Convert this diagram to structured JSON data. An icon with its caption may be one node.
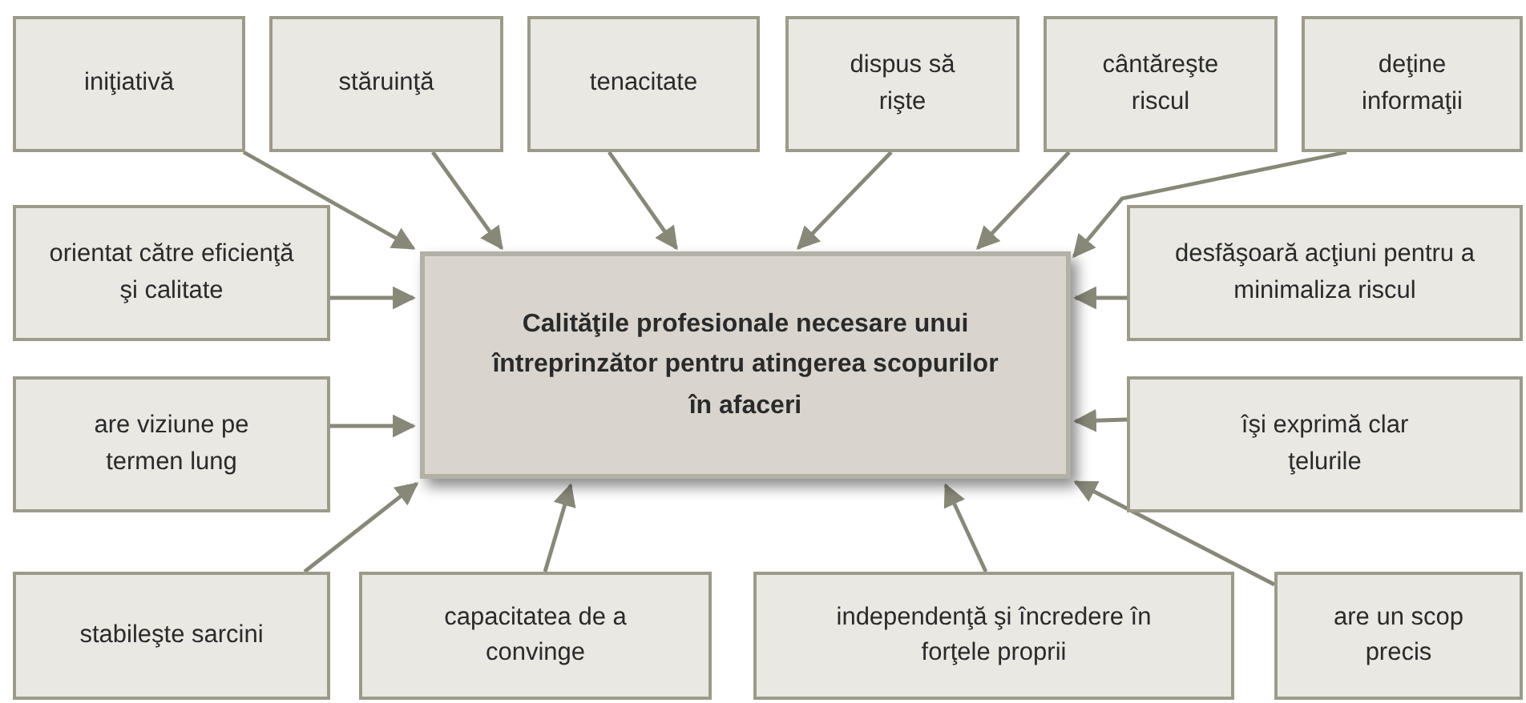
{
  "diagram": {
    "nodes": [
      {
        "text": [
          "iniţiativă"
        ]
      },
      {
        "text": [
          "stăruinţă"
        ]
      },
      {
        "text": [
          "tenacitate"
        ]
      },
      {
        "text": [
          "dispus să rişte"
        ]
      },
      {
        "text": [
          "cântăreşte riscul"
        ]
      },
      {
        "text": [
          "deţine informaţii"
        ]
      },
      {
        "text": [
          "orientat către eficienţă şi calitate"
        ]
      },
      {
        "text": [
          "Calităţile profesionale necesare unui întreprinzător pentru atingerea scopurilor în afaceri"
        ]
      },
      {
        "text": [
          "desfăşoară acţiuni pentru a minimaliza riscul"
        ]
      },
      {
        "text": [
          "are viziune pe termen lung"
        ]
      },
      {
        "text": [
          "îşi exprimă clar ţelurile"
        ]
      },
      {
        "text": [
          "stabileşte sarcini"
        ]
      },
      {
        "text": [
          "capacitatea de a convinge"
        ]
      },
      {
        "text": [
          "independenţă şi încredere în forţele proprii"
        ]
      },
      {
        "text": [
          "are un scop precis"
        ]
      }
    ],
    "edges": [
      {
        "from": 0,
        "to": 7,
        "arrow": "to"
      },
      {
        "from": 1,
        "to": 7,
        "arrow": "to"
      },
      {
        "from": 2,
        "to": 7,
        "arrow": "to"
      },
      {
        "from": 3,
        "to": 7,
        "arrow": "to"
      },
      {
        "from": 4,
        "to": 7,
        "arrow": "to"
      },
      {
        "from": 5,
        "to": 7,
        "arrow": "to"
      },
      {
        "from": 6,
        "to": 7,
        "arrow": "to"
      },
      {
        "from": 8,
        "to": 7,
        "arrow": "to"
      },
      {
        "from": 9,
        "to": 7,
        "arrow": "to"
      },
      {
        "from": 10,
        "to": 7,
        "arrow": "to"
      },
      {
        "from": 11,
        "to": 7,
        "arrow": "to"
      },
      {
        "from": 12,
        "to": 7,
        "arrow": "to"
      },
      {
        "from": 13,
        "to": 7,
        "arrow": "to"
      },
      {
        "from": 14,
        "to": 7,
        "arrow": "to"
      }
    ]
  }
}
